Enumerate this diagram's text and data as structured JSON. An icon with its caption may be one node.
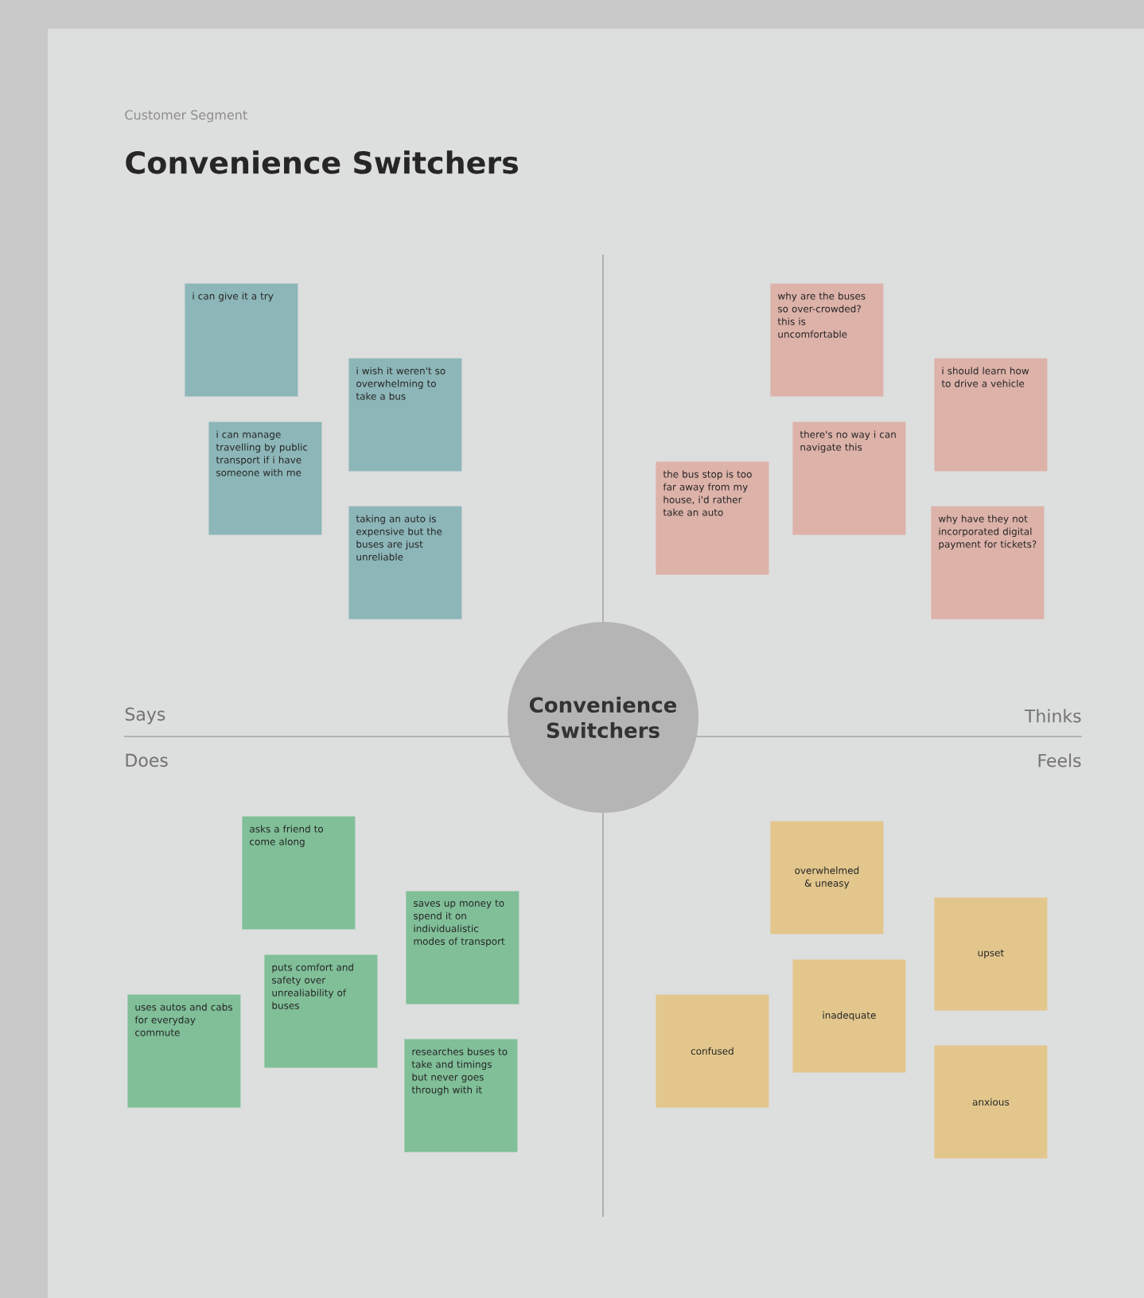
{
  "diagram": {
    "title": "Convenience Switchers",
    "nodes": [
      {
        "text": [
          "i can give it a try"
        ]
      },
      {
        "text": [
          "i wish it weren't so overwhelming to take a bus"
        ]
      },
      {
        "text": [
          "i can manage travelling by public transport if i have someone with me"
        ]
      },
      {
        "text": [
          "taking an auto is expensive but the buses are just unreliable"
        ]
      },
      {
        "text": [
          "why are the buses so over-crowded? this is uncomfortable"
        ]
      },
      {
        "text": [
          "i should learn how to drive a vehicle"
        ]
      },
      {
        "text": [
          "there's no way i can navigate this"
        ]
      },
      {
        "text": [
          "the bus stop is too far away from my house, i'd rather take an auto"
        ]
      },
      {
        "text": [
          "why have they not incorporated digital payment for tickets?"
        ]
      },
      {
        "text": [
          "Convenience Switchers"
        ]
      },
      {
        "text": [
          "asks a friend to come along"
        ]
      },
      {
        "text": [
          "saves up money to spend it on individualistic modes of transport"
        ]
      },
      {
        "text": [
          "puts comfort and safety over unrealiability of buses"
        ]
      },
      {
        "text": [
          "uses autos and cabs for everyday commute"
        ]
      },
      {
        "text": [
          "researches buses to take and timings but never goes through with it"
        ]
      },
      {
        "text": [
          "overwhelmed & uneasy"
        ]
      },
      {
        "text": [
          "upset"
        ]
      },
      {
        "text": [
          "inadequate"
        ]
      },
      {
        "text": [
          "confused"
        ]
      },
      {
        "text": [
          "anxious"
        ]
      }
    ],
    "labels": [
      "Customer Segment",
      "Says",
      "Thinks",
      "Does",
      "Feels"
    ]
  }
}
